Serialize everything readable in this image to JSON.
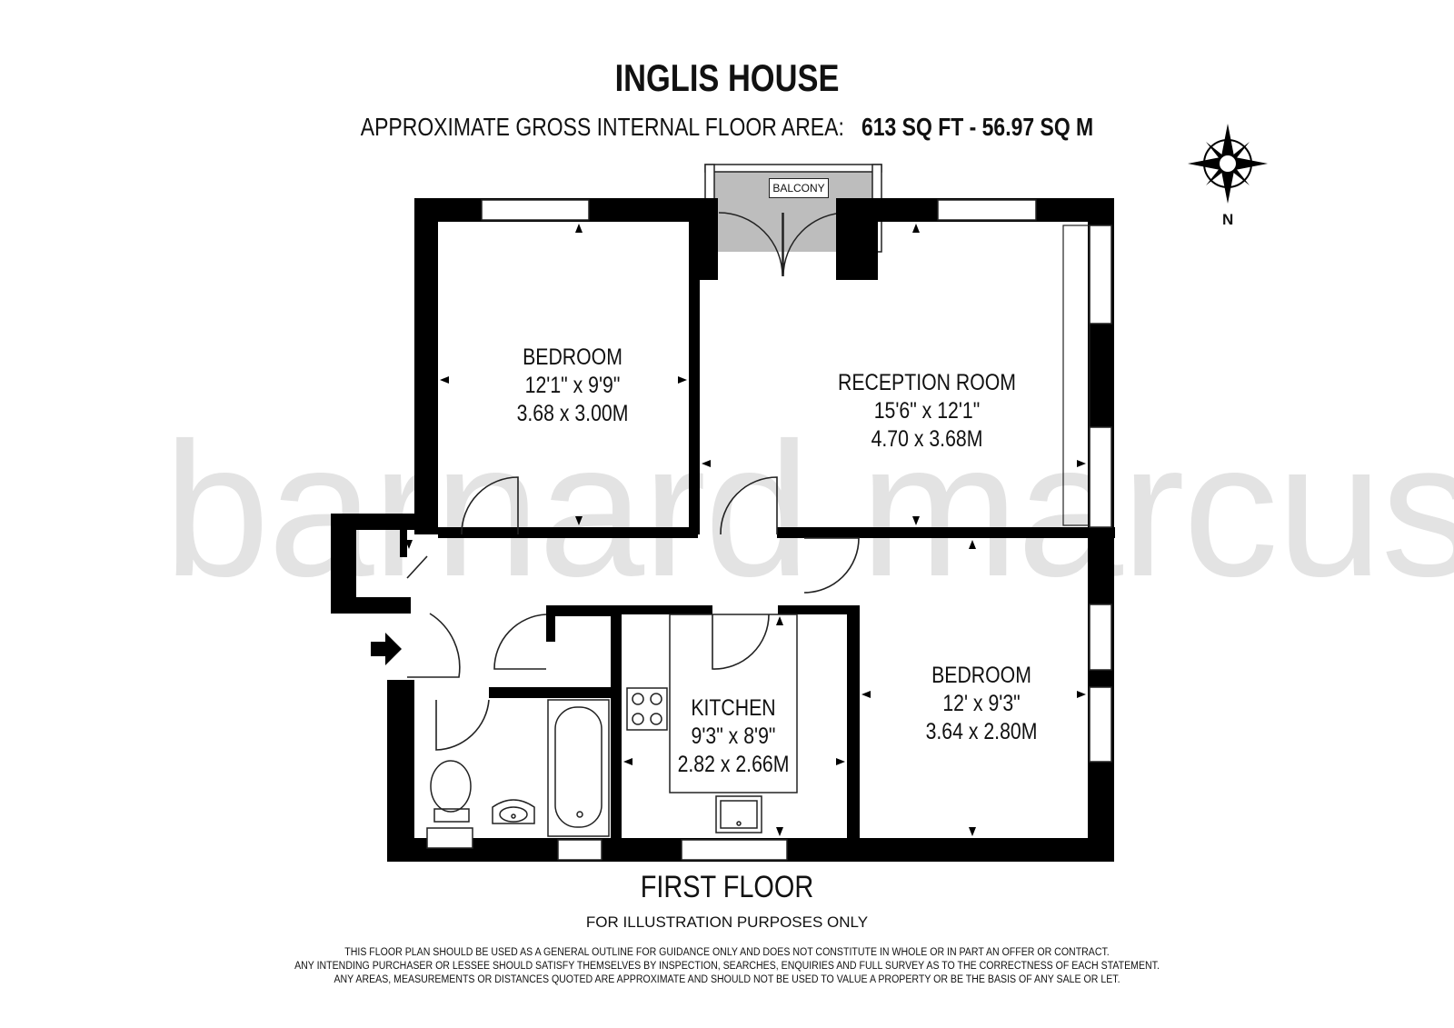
{
  "header": {
    "title": "INGLIS HOUSE",
    "area_prefix": "APPROXIMATE GROSS INTERNAL FLOOR AREA:",
    "area_sqft": "613  SQ FT  - 56.97 SQ M"
  },
  "watermark": "barnard marcus",
  "compass": {
    "label": "N"
  },
  "balcony": {
    "label": "BALCONY"
  },
  "rooms": [
    {
      "name": "BEDROOM",
      "imperial": "12'1\" x 9'9\"",
      "metric": "3.68 x 3.00M"
    },
    {
      "name": "RECEPTION ROOM",
      "imperial": "15'6\" x 12'1\"",
      "metric": "4.70 x 3.68M"
    },
    {
      "name": "BEDROOM",
      "imperial": "12' x 9'3\"",
      "metric": "3.64 x 2.80M"
    },
    {
      "name": "KITCHEN",
      "imperial": "9'3\" x 8'9\"",
      "metric": "2.82 x 2.66M"
    }
  ],
  "footer": {
    "floor": "FIRST FLOOR",
    "illustration": "FOR ILLUSTRATION PURPOSES ONLY",
    "disclaimer": [
      "THIS FLOOR PLAN SHOULD BE USED AS A GENERAL OUTLINE FOR GUIDANCE ONLY AND DOES NOT CONSTITUTE IN WHOLE OR IN PART AN OFFER OR CONTRACT.",
      "ANY INTENDING PURCHASER OR LESSEE SHOULD SATISFY THEMSELVES BY INSPECTION, SEARCHES, ENQUIRIES AND FULL SURVEY AS TO THE CORRECTNESS OF EACH STATEMENT.",
      "ANY AREAS, MEASUREMENTS OR DISTANCES QUOTED ARE APPROXIMATE AND SHOULD NOT BE USED TO VALUE A PROPERTY OR BE THE BASIS OF ANY SALE OR LET."
    ]
  }
}
